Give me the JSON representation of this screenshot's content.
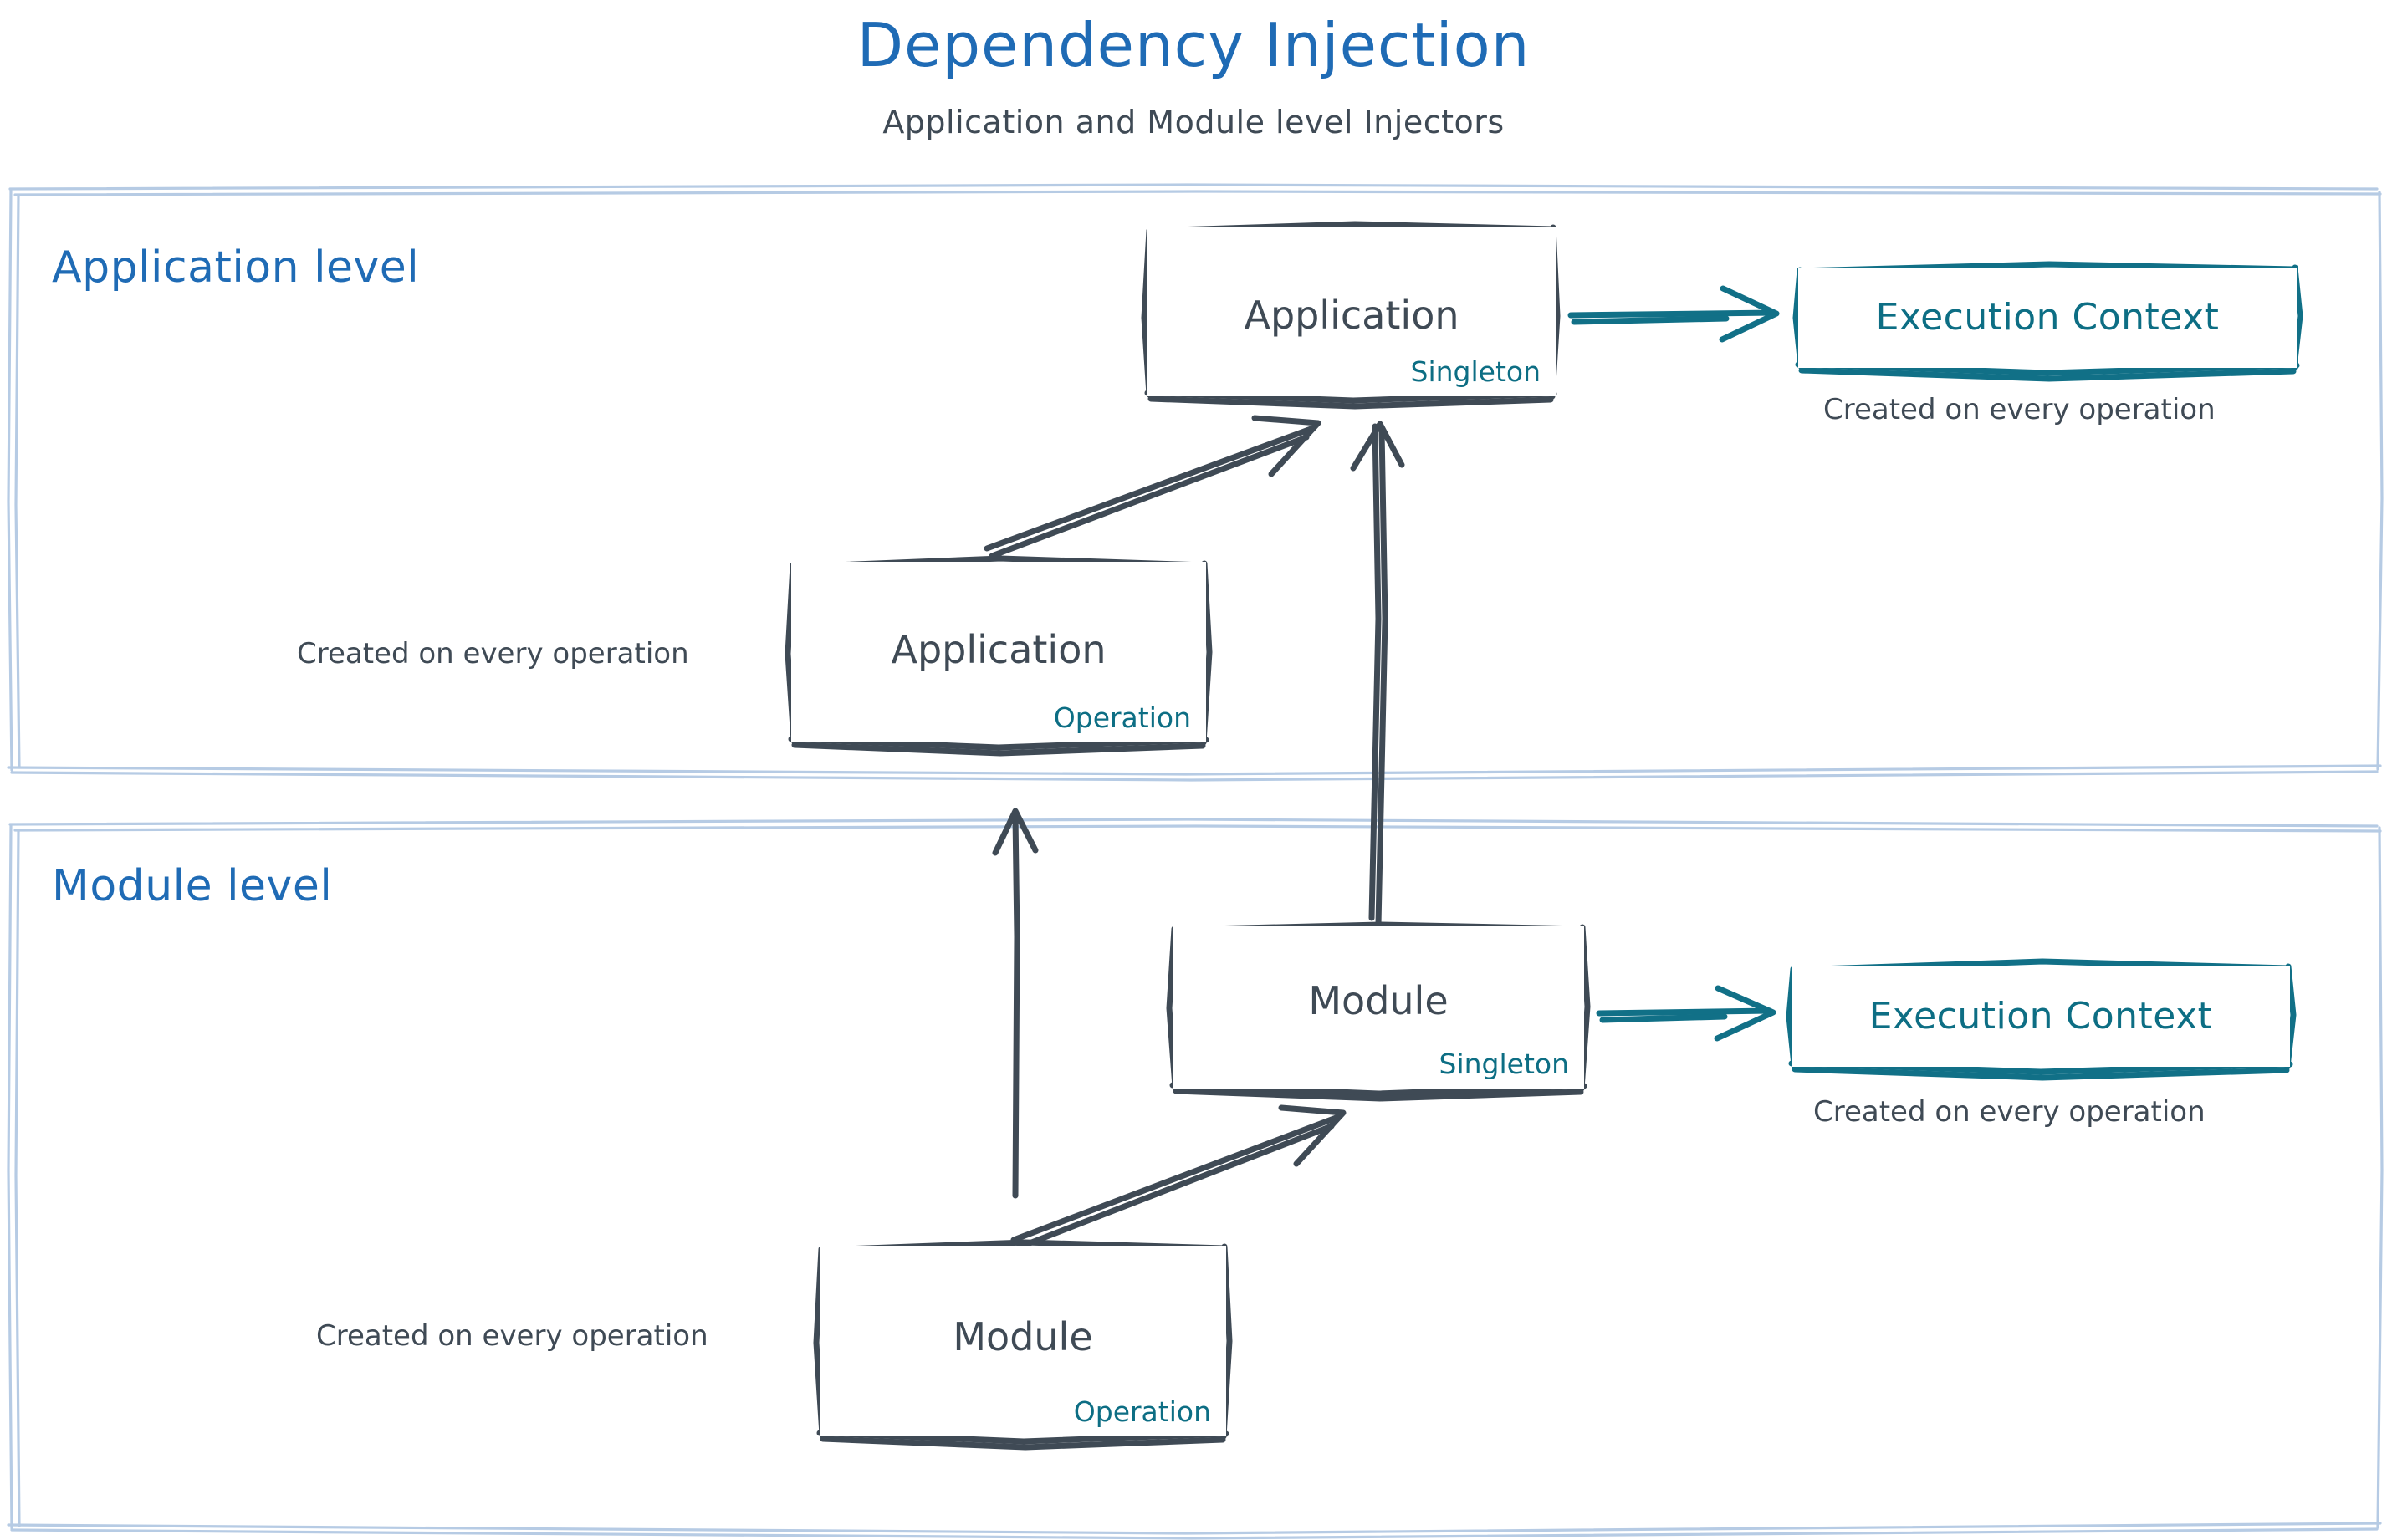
{
  "header": {
    "title": "Dependency Injection",
    "subtitle": "Application and Module level Injectors"
  },
  "colors": {
    "title_blue": "#1f6bb5",
    "level_label_blue": "#1f6bb5",
    "container_border_blue": "#b6cbe4",
    "node_stroke": "#3f4a55",
    "text_dark": "#3f4a55",
    "teal": "#0d6e84"
  },
  "containers": [
    {
      "id": "application-level",
      "label": "Application level"
    },
    {
      "id": "module-level",
      "label": "Module level"
    }
  ],
  "nodes": {
    "app_singleton": {
      "title": "Application",
      "scope": "Singleton"
    },
    "app_operation": {
      "title": "Application",
      "scope": "Operation"
    },
    "module_singleton": {
      "title": "Module",
      "scope": "Singleton"
    },
    "module_operation": {
      "title": "Module",
      "scope": "Operation"
    },
    "execution_context_top": {
      "title": "Execution Context"
    },
    "execution_context_bottom": {
      "title": "Execution Context"
    }
  },
  "notes": {
    "app_execution_context": "Created on every operation",
    "module_execution_context": "Created on every operation",
    "app_operation": "Created on every operation",
    "module_operation": "Created on every operation"
  },
  "edges": [
    {
      "from": "app_singleton",
      "to": "execution_context_top",
      "style": "teal-arrow"
    },
    {
      "from": "module_singleton",
      "to": "execution_context_bottom",
      "style": "teal-arrow"
    },
    {
      "from": "app_operation",
      "to": "app_singleton",
      "style": "dark-arrow"
    },
    {
      "from": "module_singleton",
      "to": "app_singleton",
      "style": "dark-arrow"
    },
    {
      "from": "module_operation",
      "to": "module_singleton",
      "style": "dark-arrow"
    },
    {
      "from": "module_operation",
      "to": "app_operation",
      "style": "dark-arrow"
    }
  ]
}
